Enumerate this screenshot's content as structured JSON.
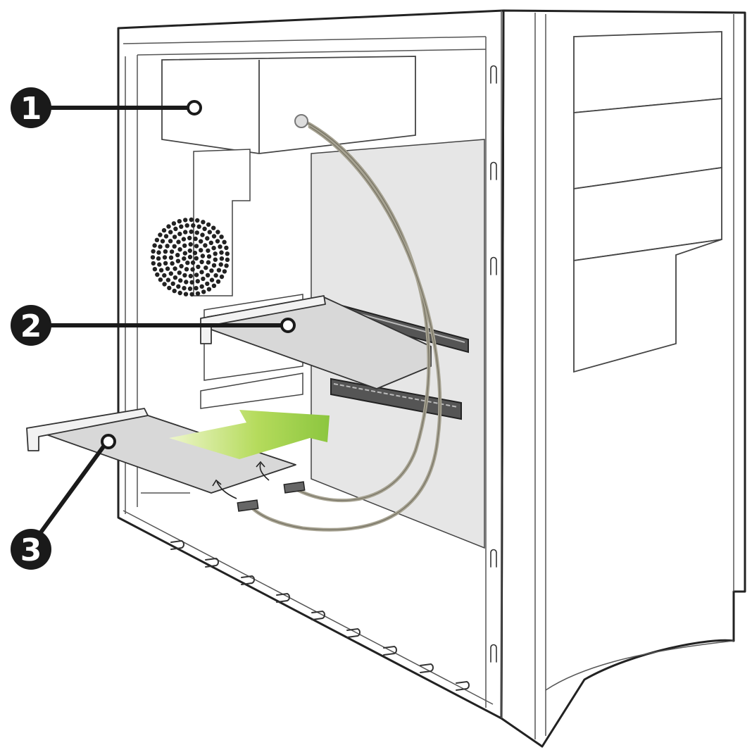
{
  "callouts": [
    {
      "id": "1",
      "label": "1"
    },
    {
      "id": "2",
      "label": "2"
    },
    {
      "id": "3",
      "label": "3"
    }
  ],
  "colors": {
    "outline": "#222222",
    "case_fill": "#ffffff",
    "board_fill": "#e6e6e6",
    "card_fill": "#d8d8d8",
    "cable": "#a6a291",
    "arrow_light": "#e6f2b8",
    "arrow_green": "#8cc63f",
    "callout": "#1a1a1a"
  }
}
